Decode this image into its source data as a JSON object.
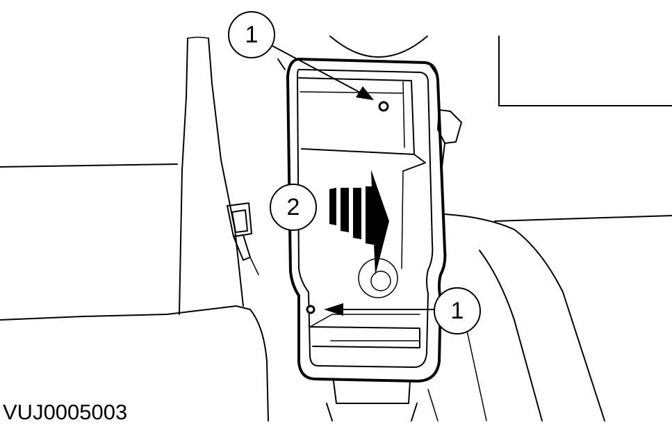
{
  "callouts": [
    {
      "id": "callout-1-top",
      "label": "1"
    },
    {
      "id": "callout-2",
      "label": "2"
    },
    {
      "id": "callout-1-bottom",
      "label": "1"
    }
  ],
  "reference_code": "VUJ0005003",
  "colors": {
    "ink": "#000000",
    "paper": "#ffffff"
  }
}
